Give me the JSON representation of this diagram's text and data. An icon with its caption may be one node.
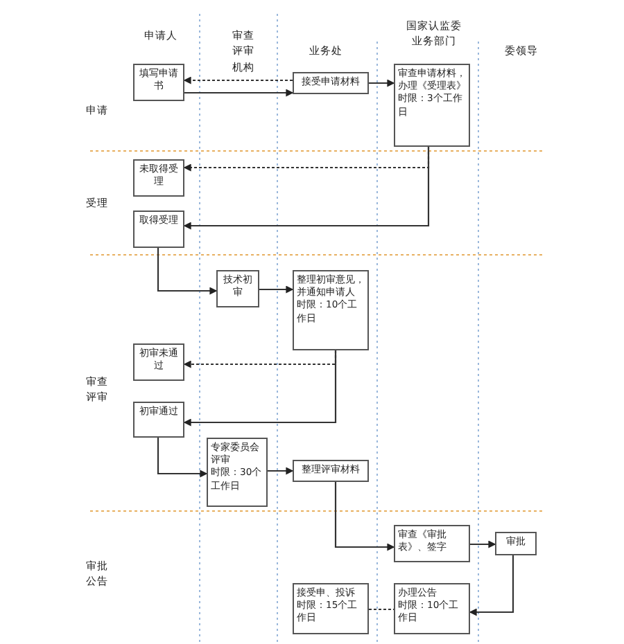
{
  "diagram": {
    "nodes": [
      {
        "text": [
          "填写申请书"
        ]
      },
      {
        "text": [
          "接受申请材料"
        ]
      },
      {
        "text": [
          "审查申请材料，办理《受理表》",
          "时限：3个工作日"
        ]
      },
      {
        "text": [
          "未取得受理"
        ]
      },
      {
        "text": [
          "取得受理"
        ]
      },
      {
        "text": [
          "技术初审"
        ]
      },
      {
        "text": [
          "整理初审意见，并通知申请人",
          "时限：10个工作日"
        ]
      },
      {
        "text": [
          "初审未通过"
        ]
      },
      {
        "text": [
          "初审通过"
        ]
      },
      {
        "text": [
          "专家委员会评审",
          "时限：30个工作日"
        ]
      },
      {
        "text": [
          "整理评审材料"
        ]
      },
      {
        "text": [
          "审查《审批表》、签字"
        ]
      },
      {
        "text": [
          "审批"
        ]
      },
      {
        "text": [
          "办理公告",
          "时限：10个工作日"
        ]
      },
      {
        "text": [
          "接受申、投诉",
          "时限：15个工作日"
        ]
      }
    ],
    "edges": [
      {
        "from": 0,
        "to": 1,
        "arrow": "to"
      },
      {
        "from": 1,
        "to": 0,
        "arrow": "to",
        "style": "dashed"
      },
      {
        "from": 1,
        "to": 2,
        "arrow": "to"
      },
      {
        "from": 2,
        "to": 3,
        "arrow": "to",
        "style": "dashed"
      },
      {
        "from": 2,
        "to": 4,
        "arrow": "to"
      },
      {
        "from": 4,
        "to": 5,
        "arrow": "to"
      },
      {
        "from": 5,
        "to": 6,
        "arrow": "to"
      },
      {
        "from": 6,
        "to": 7,
        "arrow": "to",
        "style": "dashed"
      },
      {
        "from": 6,
        "to": 8,
        "arrow": "to"
      },
      {
        "from": 8,
        "to": 9,
        "arrow": "to"
      },
      {
        "from": 9,
        "to": 10,
        "arrow": "to"
      },
      {
        "from": 10,
        "to": 11,
        "arrow": "to"
      },
      {
        "from": 11,
        "to": 12,
        "arrow": "to"
      },
      {
        "from": 12,
        "to": 13,
        "arrow": "to"
      },
      {
        "from": 14,
        "to": 13,
        "arrow": "none",
        "style": "dashed"
      }
    ],
    "labels": [
      "申请人",
      "审查评审机构",
      "业务处",
      "国家认监委业务部门",
      "委领导",
      "申请",
      "受理",
      "审查评审",
      "审批公告"
    ]
  }
}
